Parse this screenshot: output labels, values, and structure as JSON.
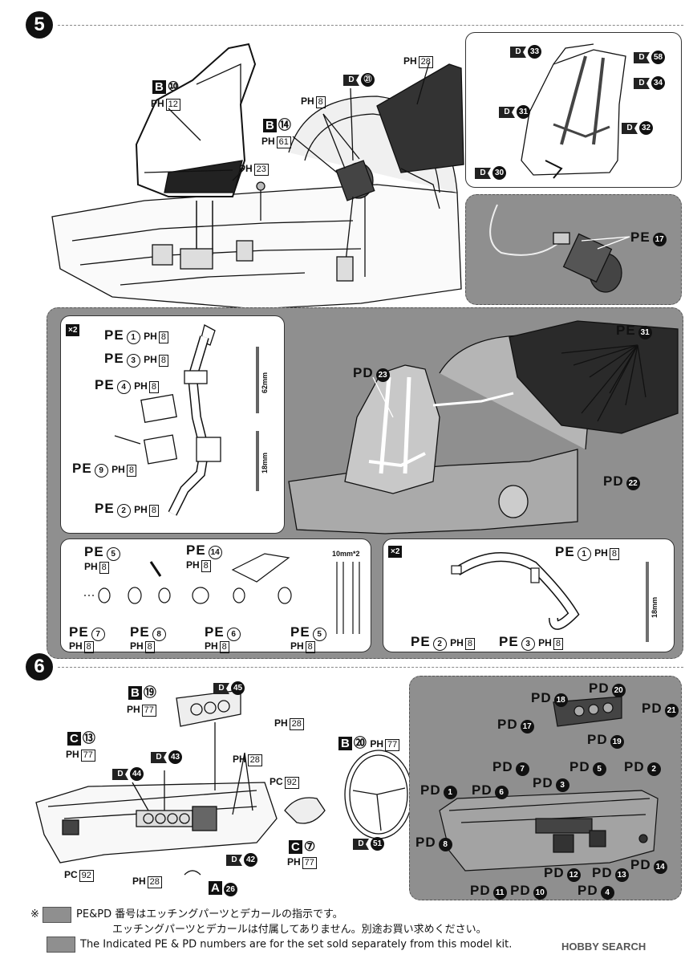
{
  "steps": {
    "five": "5",
    "six": "6"
  },
  "step5": {
    "seat_parts": {
      "b10": "B",
      "b10n": "⑩",
      "ph12": "12",
      "ph23": "23"
    },
    "bottle_parts": {
      "b14": "B",
      "b14n": "⑭",
      "ph61": "61",
      "ph8": "8",
      "d21": "㉑",
      "ph28": "28"
    },
    "inset_decals": {
      "d33": "33",
      "d58": "58",
      "d34": "34",
      "d31": "31",
      "d32": "32",
      "d30": "30"
    },
    "inset_pe": {
      "label": "PE",
      "num": "17"
    },
    "harness_panel": {
      "x2": "×2",
      "pe1": "PE",
      "pe1n": "1",
      "pe3": "PE",
      "pe3n": "3",
      "pe4": "PE",
      "pe4n": "4",
      "pe9": "PE",
      "pe9n": "9",
      "pe2": "PE",
      "pe2n": "2",
      "ph": "PH",
      "ph8": "8",
      "m62": "62mm",
      "m18": "18mm"
    },
    "big_panel": {
      "pd23": "PD",
      "pd23n": "23",
      "pe31": "PE",
      "pe31n": "31",
      "pd22": "PD",
      "pd22n": "22"
    },
    "buckle_panel": {
      "pe5": "PE",
      "pe5n": "5",
      "pe14": "PE",
      "pe14n": "14",
      "pe7": "PE",
      "pe7n": "7",
      "pe8": "PE",
      "pe8n": "8",
      "pe6": "PE",
      "pe6n": "6",
      "pe5b": "PE",
      "pe5bn": "5",
      "ph": "PH",
      "ph8": "8",
      "m10": "10mm*2"
    },
    "belt_panel": {
      "x2": "×2",
      "pe1": "PE",
      "pe1n": "1",
      "pe2": "PE",
      "pe2n": "2",
      "pe3": "PE",
      "pe3n": "3",
      "ph": "PH",
      "ph8": "8",
      "m18": "18mm"
    }
  },
  "step6": {
    "b19": "B",
    "b19n": "⑲",
    "ph77a": "77",
    "d45": "45",
    "ph28a": "28",
    "c13": "C",
    "c13n": "⑬",
    "ph77b": "77",
    "d43": "43",
    "d44": "44",
    "ph28b": "28",
    "pc92a": "92",
    "b20": "B",
    "b20n": "⑳",
    "ph77c": "77",
    "c7": "C",
    "c7n": "⑦",
    "ph77d": "77",
    "d51": "51",
    "pc92b": "92",
    "ph28c": "28",
    "d42": "42",
    "a26": "A",
    "a26n": "26",
    "pd_panel": {
      "pd": "PD",
      "n18": "18",
      "n20": "20",
      "n17": "17",
      "n21": "21",
      "n19": "19",
      "n1": "1",
      "n6": "6",
      "n7": "7",
      "n3": "3",
      "n5": "5",
      "n2": "2",
      "n8": "8",
      "n12": "12",
      "n13": "13",
      "n14": "14",
      "n11": "11",
      "n10": "10",
      "n4": "4"
    }
  },
  "footer": {
    "asterisk": "※",
    "jp_line1": "PE&PD 番号はエッチングパーツとデカールの指示です。",
    "jp_line2": "エッチングパーツとデカールは付属してありません。別途お買い求めください。",
    "en_line": "The Indicated PE & PD numbers are for the set sold separately from this model kit.",
    "watermark": "HOBBY SEARCH"
  }
}
